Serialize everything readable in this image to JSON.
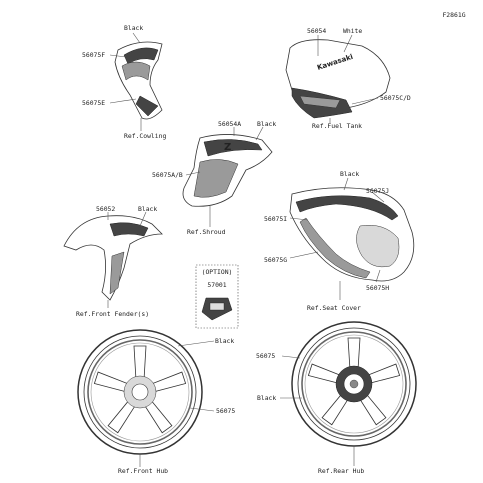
{
  "figure_code": "F2861G",
  "labels": {
    "cowl_black": "Black",
    "cowl_top": "56075F",
    "cowl_bottom": "56075E",
    "cowl_ref": "Ref.Cowling",
    "tank_part": "56054",
    "tank_white": "White",
    "tank_part2": "56075C/D",
    "tank_ref": "Ref.Fuel Tank",
    "tank_brand": "Kawasaki",
    "shroud_part": "56054A",
    "shroud_black": "Black",
    "shroud_part2": "56075A/B",
    "shroud_ref": "Ref.Shroud",
    "shroud_letter": "Z",
    "seat_black": "Black",
    "seat_j": "56075J",
    "seat_i": "56075I",
    "seat_g": "56075G",
    "seat_h": "56075H",
    "seat_ref": "Ref.Seat Cover",
    "fender_part": "56052",
    "fender_black": "Black",
    "fender_ref": "Ref.Front Fender(s)",
    "option_title": "(OPTION)",
    "option_part": "57001",
    "fhub_black": "Black",
    "fhub_part": "56075",
    "fhub_ref": "Ref.Front Hub",
    "rhub_part": "56075",
    "rhub_black": "Black",
    "rhub_ref": "Ref.Rear Hub"
  }
}
